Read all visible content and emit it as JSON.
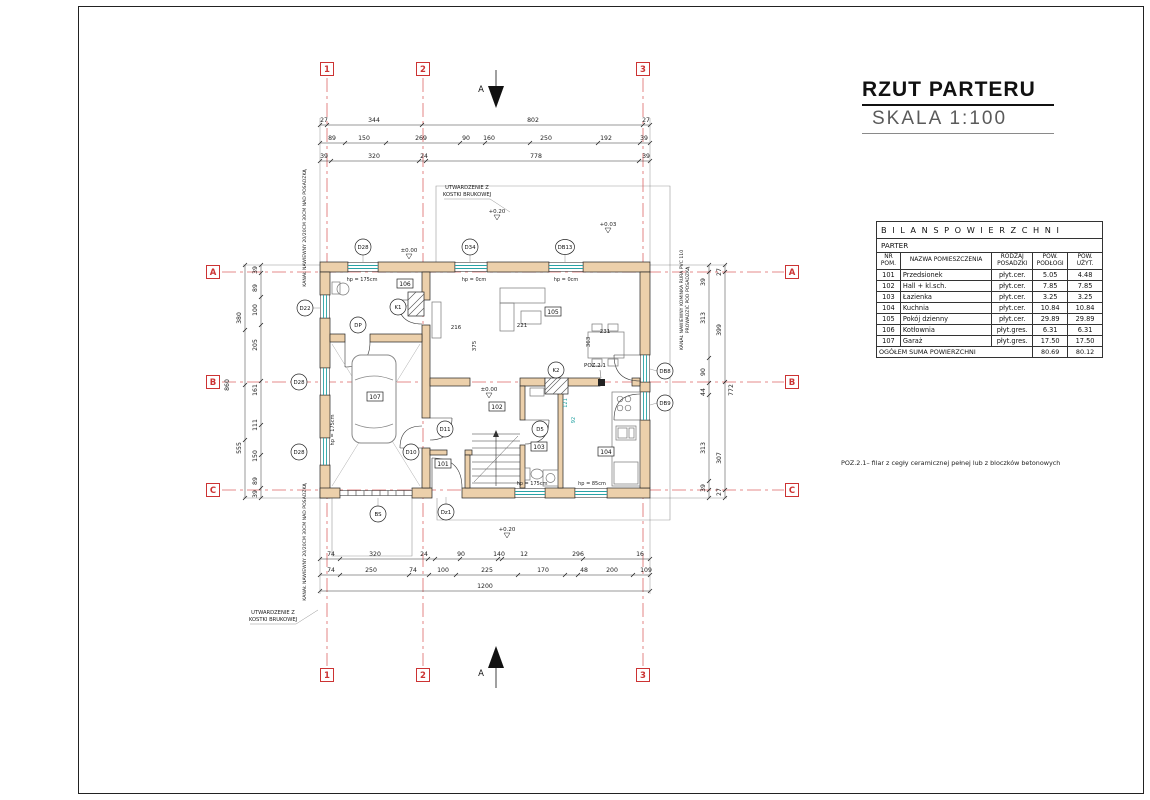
{
  "title_block": {
    "title": "RZUT PARTERU",
    "scale": "SKALA 1:100"
  },
  "area_table": {
    "title": "B I L A N S   P O W I E R Z C H N I",
    "floor_label": "PARTER",
    "headers": {
      "nr": "NR\nPOM.",
      "name": "NAZWA POMIESZCZENIA",
      "floor_type": "RODZAJ\nPOSADZKI",
      "area_floor": "POW.\nPODŁOGI",
      "area_usable": "POW.\nUŻYT."
    },
    "rows": [
      {
        "nr": "101",
        "name": "Przedsionek",
        "floor_type": "płyt.cer.",
        "area_floor": "5.05",
        "area_usable": "4.48"
      },
      {
        "nr": "102",
        "name": "Hall + kl.sch.",
        "floor_type": "płyt.cer.",
        "area_floor": "7.85",
        "area_usable": "7.85"
      },
      {
        "nr": "103",
        "name": "Łazienka",
        "floor_type": "płyt.cer.",
        "area_floor": "3.25",
        "area_usable": "3.25"
      },
      {
        "nr": "104",
        "name": "Kuchnia",
        "floor_type": "płyt.cer.",
        "area_floor": "10.84",
        "area_usable": "10.84"
      },
      {
        "nr": "105",
        "name": "Pokój dzienny",
        "floor_type": "płyt.cer.",
        "area_floor": "29.89",
        "area_usable": "29.89"
      },
      {
        "nr": "106",
        "name": "Kotłownia",
        "floor_type": "płyt.gres.",
        "area_floor": "6.31",
        "area_usable": "6.31"
      },
      {
        "nr": "107",
        "name": "Garaż",
        "floor_type": "płyt.gres.",
        "area_floor": "17.50",
        "area_usable": "17.50"
      }
    ],
    "total": {
      "label": "OGÓŁEM SUMA POWIERZCHNI",
      "area_floor": "80.69",
      "area_usable": "80.12"
    }
  },
  "note": "POZ.2.1– filar z cegły ceramicznej pełnej lub z bloczków betonowych",
  "grid": {
    "cols": [
      "1",
      "2",
      "3"
    ],
    "rows": [
      "A",
      "B",
      "C"
    ],
    "section_mark": "A"
  },
  "plan": {
    "rooms": [
      "101",
      "102",
      "103",
      "104",
      "105",
      "106",
      "107"
    ],
    "openings": {
      "d28_top": "D28",
      "d34": "D34",
      "db13": "DB13",
      "d22": "D22",
      "dp": "DP",
      "d28_mid": "D28",
      "d28_low": "D28",
      "d10": "D10",
      "d11": "D11",
      "dz1": "Dz1",
      "d5": "D5",
      "db8": "DB8",
      "db9": "DB9",
      "k1": "K1",
      "k2": "K2",
      "bs": "BS",
      "poz": "POZ.2.1"
    },
    "levels": {
      "paving_top": "+0.20",
      "terrace": "+0.03",
      "interior_a": "±0.00",
      "interior_b": "±0.00",
      "paving_bottom": "+0.20"
    },
    "sill_heights": {
      "a": "hp = 175cm",
      "b": "hp = 0cm",
      "c": "hp = 0cm",
      "d": "hp = 175cm",
      "e": "hp = 175cm",
      "f": "hp = 85cm"
    },
    "annotations": {
      "paving_label_line1": "UTWARDZENIE Z",
      "paving_label_line2": "KOSTKI BRUKOWEJ",
      "duct_left": "KANAŁ NAWIEWNY 20/20CM 30CM NAD POSADZKĄ",
      "duct_right_1": "KANAŁ NAWIEWNY KOMINKA RURA PVC 110",
      "duct_right_2": "PROWADZIĆ POD POSADZKĄ"
    }
  },
  "dimensions": {
    "top_row1": [
      "27",
      "344",
      "802",
      "27"
    ],
    "top_row2": [
      "89",
      "150",
      "269",
      "90",
      "160",
      "250",
      "192",
      "39"
    ],
    "top_row3": [
      "39",
      "320",
      "24",
      "778",
      "39"
    ],
    "bottom_row1": [
      "74",
      "320",
      "24",
      "90",
      "140",
      "12",
      "296",
      "16"
    ],
    "bottom_row2": [
      "74",
      "250",
      "74",
      "100",
      "225",
      "170",
      "48",
      "200",
      "109"
    ],
    "bottom_total": "1200",
    "left_row1": [
      "39",
      "89",
      "100",
      "205",
      "161",
      "111",
      "150",
      "89",
      "39"
    ],
    "left_row2": [
      "380",
      "555"
    ],
    "left_total": "860",
    "right_row1": [
      "39",
      "313",
      "90",
      "44",
      "313",
      "39"
    ],
    "right_row2": [
      "27",
      "399",
      "307",
      "27"
    ],
    "right_total": "772",
    "interior": [
      "216",
      "375",
      "221",
      "363",
      "231"
    ],
    "interior_cyan": [
      "121",
      "92"
    ]
  }
}
